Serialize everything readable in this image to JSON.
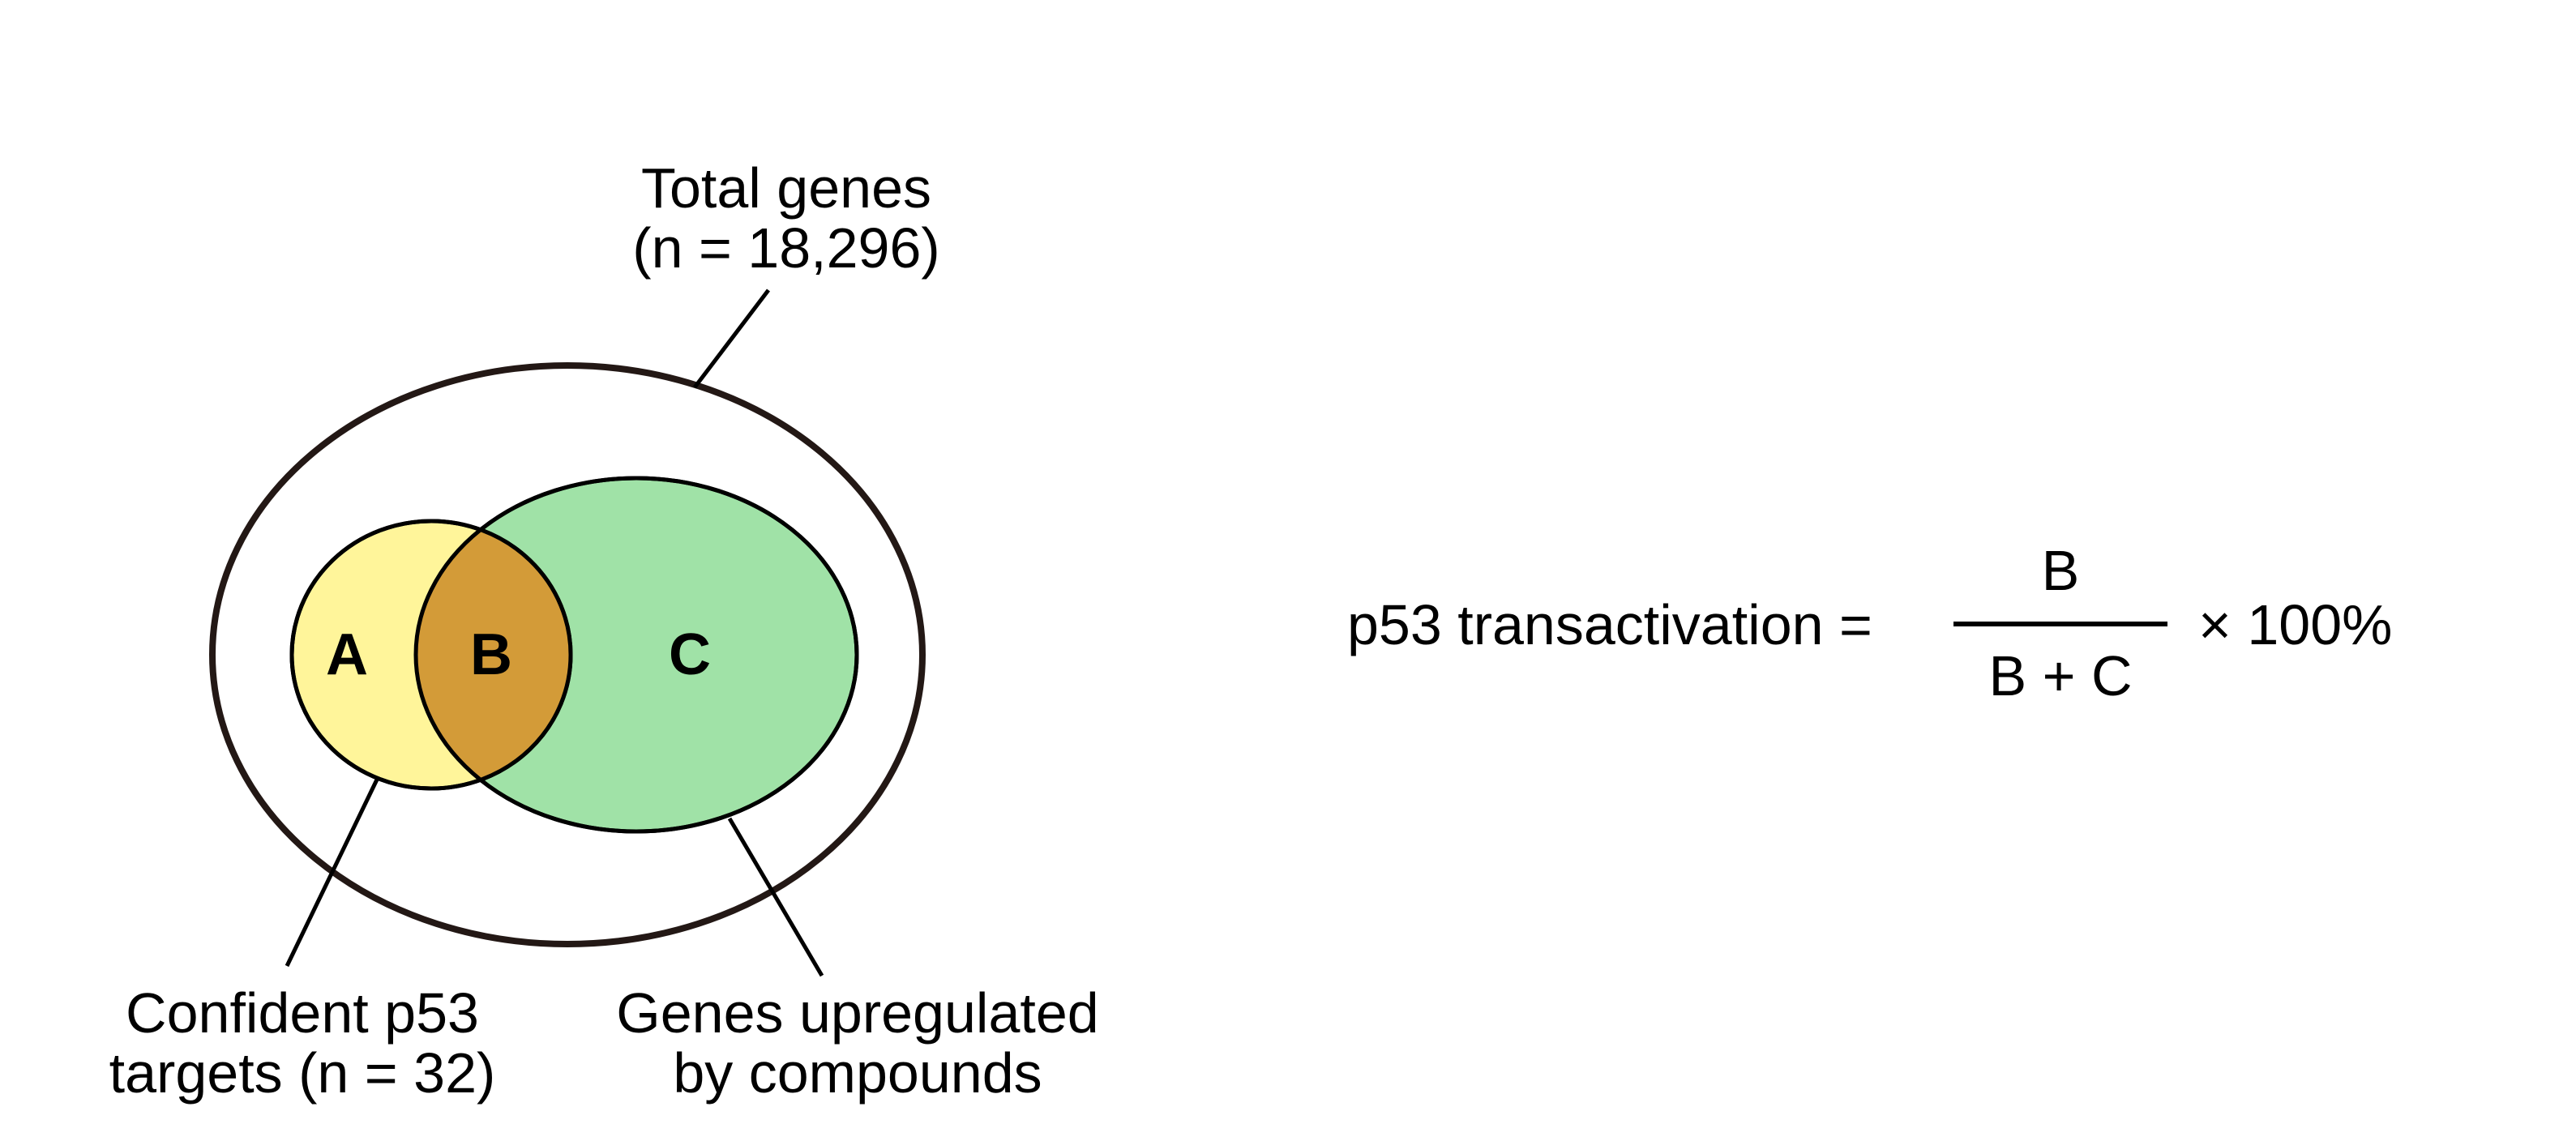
{
  "diagram": {
    "total_genes": {
      "line1": "Total genes",
      "line2": "(n = 18,296)"
    },
    "confident_targets": {
      "line1": "Confident p53",
      "line2": "targets (n = 32)"
    },
    "upregulated": {
      "line1": "Genes upregulated",
      "line2": "by compounds"
    },
    "regions": {
      "a": "A",
      "b": "B",
      "c": "C"
    }
  },
  "formula": {
    "lhs": "p53 transactivation =",
    "numerator": "B",
    "denominator": "B + C",
    "multiplier": "× 100%"
  },
  "colors": {
    "outline": "#231815",
    "p53_targets_fill": "#FFF59A",
    "overlap_fill": "#D39B38",
    "upregulated_fill": "#A0E2A7"
  }
}
